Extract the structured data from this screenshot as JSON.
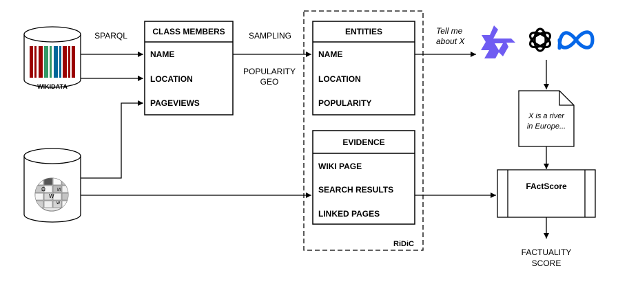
{
  "sources": {
    "wikidata_label": "WIKIDATA",
    "query_label": "SPARQL"
  },
  "class_members": {
    "title": "CLASS MEMBERS",
    "fields": [
      "NAME",
      "LOCATION",
      "PAGEVIEWS"
    ]
  },
  "sampling": {
    "label": "SAMPLING",
    "criteria": [
      "POPULARITY",
      "GEO"
    ]
  },
  "entities": {
    "title": "ENTITIES",
    "fields": [
      "NAME",
      "LOCATION",
      "POPULARITY"
    ]
  },
  "evidence": {
    "title": "EVIDENCE",
    "fields": [
      "WIKI PAGE",
      "SEARCH RESULTS",
      "LINKED PAGES"
    ]
  },
  "framework_label": "RiDiC",
  "prompt": [
    "Tell me",
    "about X"
  ],
  "models": [
    "qwen-icon",
    "openai-icon",
    "meta-icon"
  ],
  "generation": [
    "X is a river",
    "in Europe..."
  ],
  "scorer": "FActScore",
  "output": [
    "FACTUALITY",
    "SCORE"
  ],
  "colors": {
    "wikidata_red": "#9a0000",
    "wikidata_green": "#339966",
    "wikidata_blue": "#006699",
    "qwen": "#6f5cf2",
    "meta": "#0667e8"
  }
}
